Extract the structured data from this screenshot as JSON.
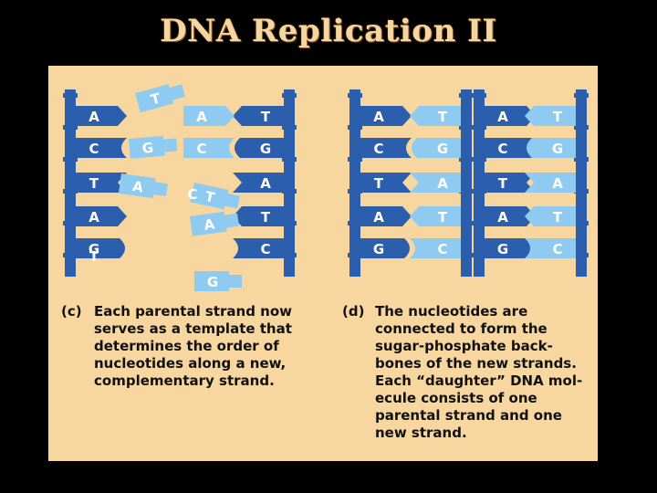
{
  "title": "DNA Replication II",
  "panel_c": {
    "letter": "(c)",
    "caption": "Each parental strand now\nserves as a template that\ndetermines the order of\nnucleotides along a new,\ncomplementary strand.",
    "left_strand_bases": [
      "A",
      "C",
      "T",
      "A",
      "G"
    ],
    "right_strand_bases": [
      "T",
      "G",
      "A",
      "T",
      "C"
    ],
    "free_nucleotides": [
      "T",
      "G",
      "A",
      "T",
      "A",
      "G"
    ],
    "paired_left_new": [
      "A",
      "C"
    ],
    "stray_labels": [
      "C",
      "T"
    ]
  },
  "panel_d": {
    "letter": "(d)",
    "caption": "The nucleotides are\nconnected to form the\nsugar-phosphate back-\nbones of the new strands.\nEach “daughter” DNA mol-\necule consists of one\nparental strand and one\nnew strand.",
    "molecule1": [
      [
        "A",
        "T"
      ],
      [
        "C",
        "G"
      ],
      [
        "T",
        "A"
      ],
      [
        "A",
        "T"
      ],
      [
        "G",
        "C"
      ]
    ],
    "molecule2": [
      [
        "A",
        "T"
      ],
      [
        "C",
        "G"
      ],
      [
        "T",
        "A"
      ],
      [
        "A",
        "T"
      ],
      [
        "G",
        "C"
      ]
    ]
  },
  "colors": {
    "dark_blue": "#2b5fad",
    "light_blue": "#8fcbf0",
    "panel_bg": "#f7d79f"
  }
}
